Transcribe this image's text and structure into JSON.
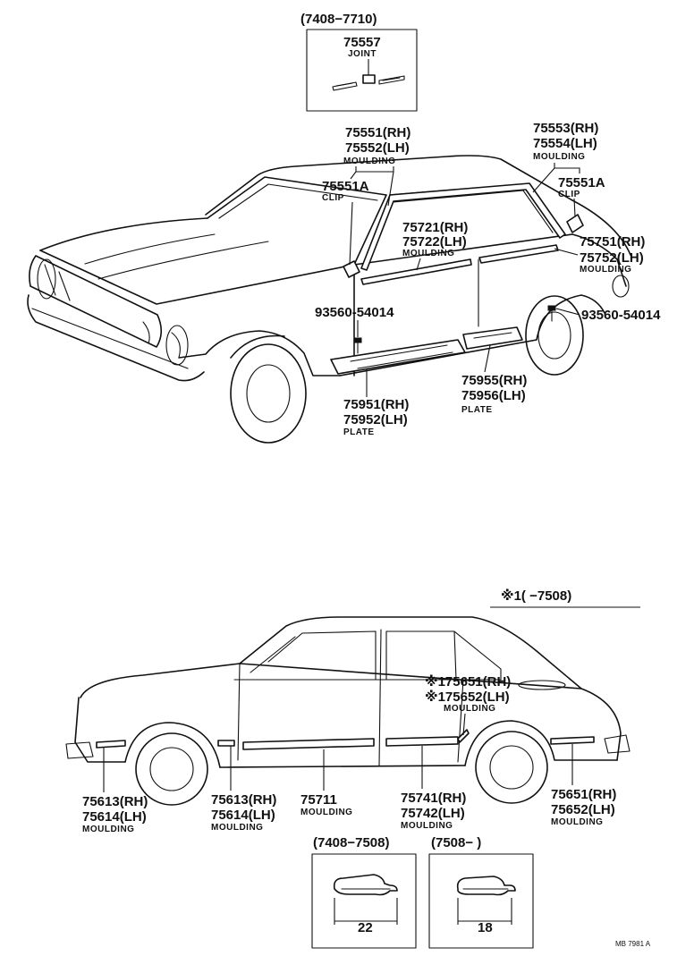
{
  "diagram": {
    "inset_top": {
      "date_range": "(7408−7710)",
      "part_no": "75557",
      "part_word": "JOINT"
    },
    "callouts_upper": [
      {
        "id": "c_75551_75552",
        "lines": [
          "75551(RH)",
          "75552(LH)"
        ],
        "word": "MOULDING"
      },
      {
        "id": "c_75553_75554",
        "lines": [
          "75553(RH)",
          "75554(LH)"
        ],
        "word": "MOULDING"
      },
      {
        "id": "c_75551A_left",
        "lines": [
          "75551A"
        ],
        "word": "CLIP"
      },
      {
        "id": "c_75551A_right",
        "lines": [
          "75551A"
        ],
        "word": "CLIP"
      },
      {
        "id": "c_75721_75722",
        "lines": [
          "75721(RH)",
          "75722(LH)"
        ],
        "word": "MOULDING"
      },
      {
        "id": "c_75751_75752",
        "lines": [
          "75751(RH)",
          "75752(LH)"
        ],
        "word": "MOULDING"
      },
      {
        "id": "c_screw_left",
        "lines": [
          "93560-54014"
        ],
        "word": ""
      },
      {
        "id": "c_screw_right",
        "lines": [
          "93560-54014"
        ],
        "word": ""
      },
      {
        "id": "c_75951_75952",
        "lines": [
          "75951(RH)",
          "75952(LH)"
        ],
        "word": "PLATE"
      },
      {
        "id": "c_75955_75956",
        "lines": [
          "75955(RH)",
          "75956(LH)"
        ],
        "word": "PLATE"
      }
    ],
    "note_range": "※1(     −7508)",
    "callouts_lower": [
      {
        "id": "c_75651_75652_star",
        "lines": [
          "※175651(RH)",
          "※175652(LH)"
        ],
        "word": "MOULDING"
      },
      {
        "id": "c_75613_75614_a",
        "lines": [
          "75613(RH)",
          "75614(LH)"
        ],
        "word": "MOULDING"
      },
      {
        "id": "c_75613_75614_b",
        "lines": [
          "75613(RH)",
          "75614(LH)"
        ],
        "word": "MOULDING"
      },
      {
        "id": "c_75711",
        "lines": [
          "75711"
        ],
        "word": "MOULDING"
      },
      {
        "id": "c_75741_75742",
        "lines": [
          "75741(RH)",
          "75742(LH)"
        ],
        "word": "MOULDING"
      },
      {
        "id": "c_75651_75652",
        "lines": [
          "75651(RH)",
          "75652(LH)"
        ],
        "word": "MOULDING"
      }
    ],
    "section_left": {
      "date_range": "(7408−7508)",
      "dimension": "22"
    },
    "section_right": {
      "date_range": "(7508−        )",
      "dimension": "18"
    },
    "footer_code": "MB 7981 A"
  }
}
